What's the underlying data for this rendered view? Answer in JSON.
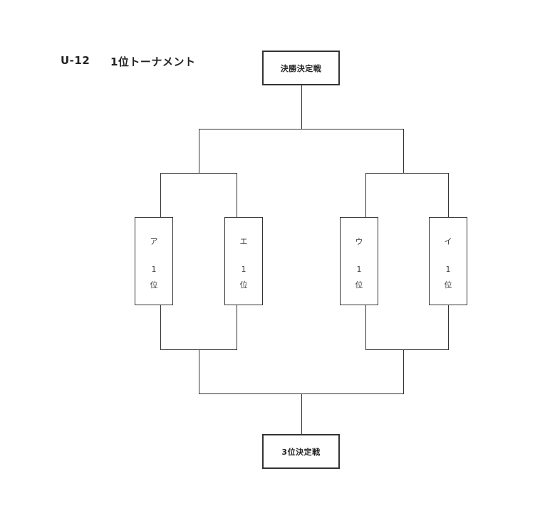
{
  "title": {
    "category": "U-12",
    "name": "1位トーナメント"
  },
  "final": {
    "label": "決勝決定戦"
  },
  "third_place": {
    "label": "3位決定戦"
  },
  "teams": [
    {
      "name": "ア",
      "rank": "1",
      "unit": "位"
    },
    {
      "name": "エ",
      "rank": "1",
      "unit": "位"
    },
    {
      "name": "ウ",
      "rank": "1",
      "unit": "位"
    },
    {
      "name": "イ",
      "rank": "1",
      "unit": "位"
    }
  ]
}
